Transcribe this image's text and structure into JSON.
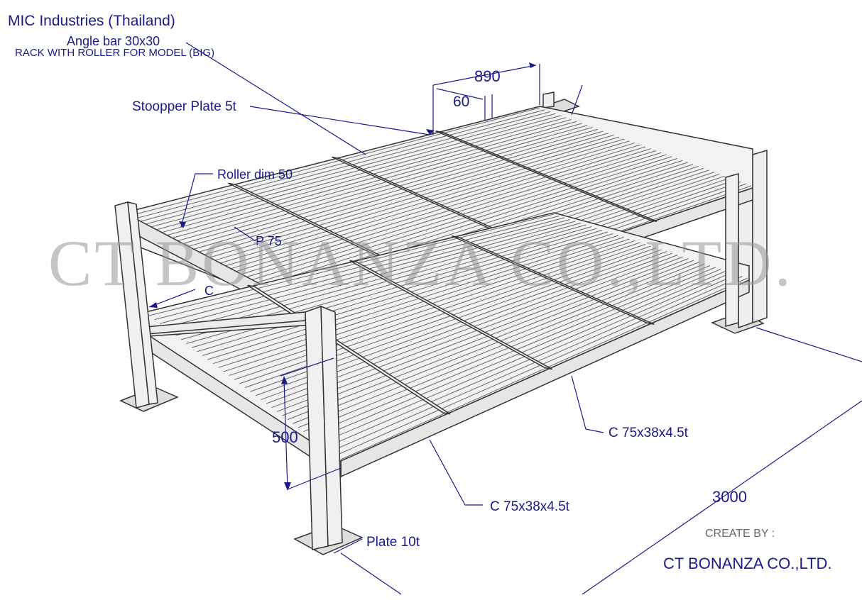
{
  "header": {
    "company": "MIC Industries (Thailand)",
    "subtitle": "RACK WITH ROLLER FOR MODEL (BIG)"
  },
  "annotations": {
    "angle_bar": "Angle bar 30x30",
    "stopper_plate": "Stoopper Plate 5t",
    "roller_dim": "Roller dim 50",
    "p75": "P 75",
    "c_short": "C",
    "c_channel_right": "C 75x38x4.5t",
    "c_channel_bottom": "C 75x38x4.5t",
    "plate": "Plate 10t"
  },
  "dimensions": {
    "width": "890",
    "gap": "60",
    "height": "500",
    "length": "3000"
  },
  "watermark": "CT BONANZA CO.,LTD.",
  "credit": {
    "label": "CREATE BY :",
    "company": "CT BONANZA CO.,LTD."
  },
  "colors": {
    "annotation": "#1a1a8c",
    "steel_fill": "#eeeeee",
    "steel_stroke": "#333333",
    "watermark": "#999999"
  }
}
